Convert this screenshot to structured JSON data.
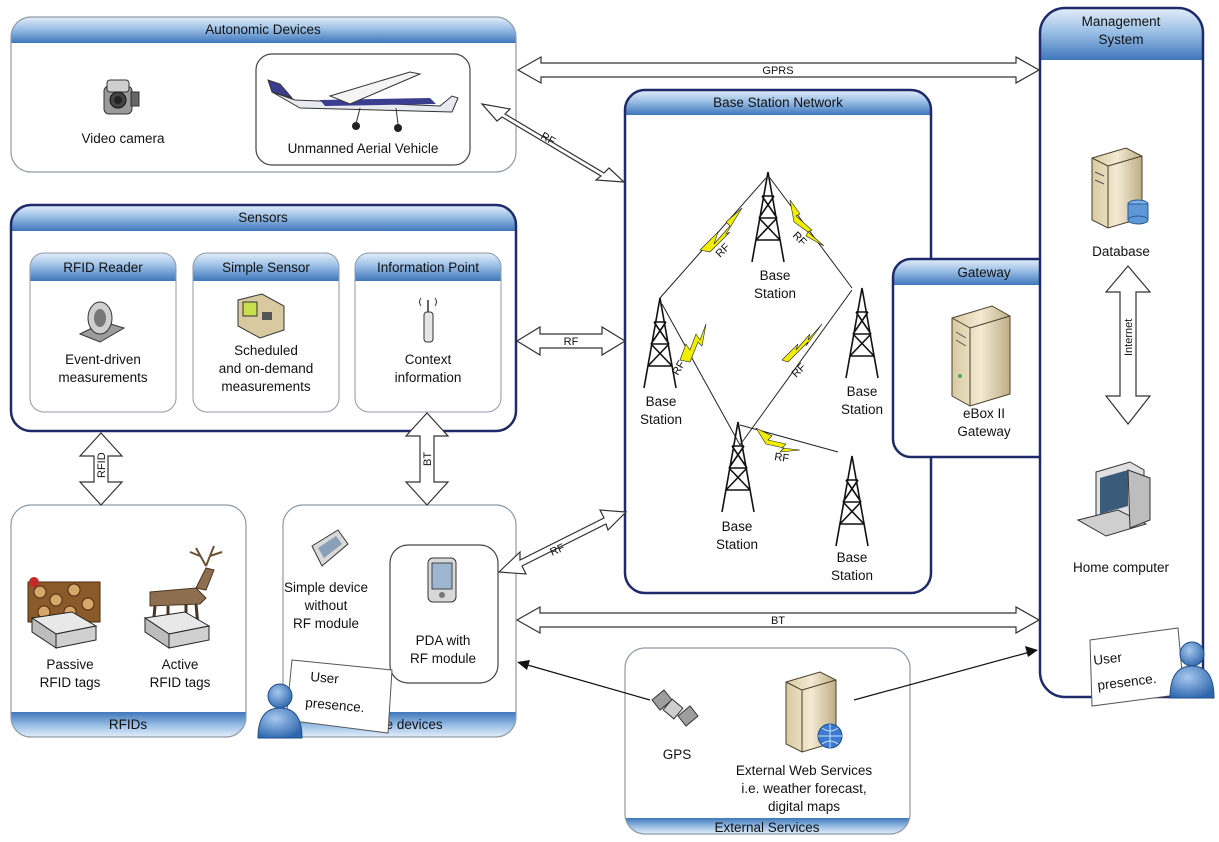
{
  "groups": {
    "autonomic": {
      "title": "Autonomic Devices",
      "video": "Video camera",
      "uav": "Unmanned Aerial Vehicle"
    },
    "sensors": {
      "title": "Sensors",
      "rfid_reader": {
        "title": "RFID Reader",
        "l1": "Event-driven",
        "l2": "measurements"
      },
      "simple_sensor": {
        "title": "Simple Sensor",
        "l1": "Scheduled",
        "l2": "and on-demand",
        "l3": "measurements"
      },
      "info_point": {
        "title": "Information Point",
        "l1": "Context",
        "l2": "information"
      }
    },
    "rfids": {
      "title": "RFIDs",
      "passive1": "Passive",
      "passive2": "RFID tags",
      "active1": "Active",
      "active2": "RFID tags"
    },
    "mobile": {
      "title": "Mobile devices",
      "simple1": "Simple device",
      "simple2": "without",
      "simple3": "RF module",
      "pda1": "PDA with",
      "pda2": "RF module",
      "user1": "User",
      "user2": "presence."
    },
    "bsn": {
      "title": "Base Station Network",
      "bs1": "Base",
      "bs2": "Station"
    },
    "gateway": {
      "title": "Gateway",
      "l1": "eBox II",
      "l2": "Gateway"
    },
    "management": {
      "title1": "Management",
      "title2": "System",
      "database": "Database",
      "home": "Home computer",
      "user1": "User",
      "user2": "presence."
    },
    "external": {
      "title": "External Services",
      "gps": "GPS",
      "ws1": "External Web Services",
      "ws2": "i.e. weather forecast,",
      "ws3": "digital maps"
    }
  },
  "links": {
    "gprs": "GPRS",
    "rf": "RF",
    "bt": "BT",
    "rfid": "RFID",
    "internet": "Internet"
  },
  "colors": {
    "header_top": "#d6e6f7",
    "header_bottom": "#4f86c6",
    "border": "#1f2a6b",
    "wireless": "#f2ee00"
  }
}
